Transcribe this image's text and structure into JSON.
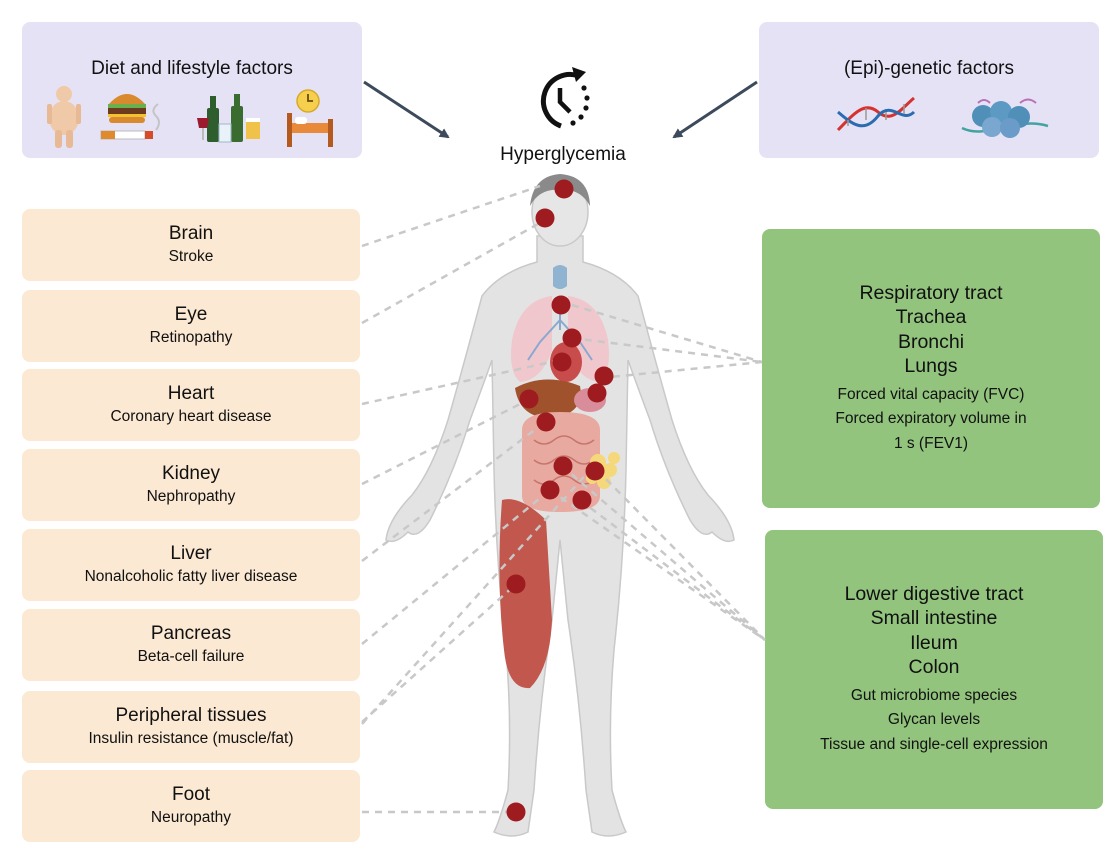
{
  "factors": {
    "diet_label": "Diet and lifestyle factors",
    "genetic_label": "(Epi)-genetic factors"
  },
  "center": {
    "label": "Hyperglycemia"
  },
  "organs": [
    {
      "name": "Brain",
      "disease": "Stroke"
    },
    {
      "name": "Eye",
      "disease": "Retinopathy"
    },
    {
      "name": "Heart",
      "disease": "Coronary heart disease"
    },
    {
      "name": "Kidney",
      "disease": "Nephropathy"
    },
    {
      "name": "Liver",
      "disease": "Nonalcoholic fatty liver disease"
    },
    {
      "name": "Pancreas",
      "disease": "Beta-cell failure"
    },
    {
      "name": "Peripheral tissues",
      "disease": "Insulin resistance (muscle/fat)"
    },
    {
      "name": "Foot",
      "disease": "Neuropathy"
    }
  ],
  "respiratory": {
    "headings": [
      "Respiratory tract",
      "Trachea",
      "Bronchi",
      "Lungs"
    ],
    "measures": [
      "Forced vital capacity (FVC)",
      "Forced expiratory volume in",
      "1 s (FEV1)"
    ]
  },
  "digestive": {
    "headings": [
      "Lower digestive tract",
      "Small intestine",
      "Ileum",
      "Colon"
    ],
    "measures": [
      "Gut microbiome species",
      "Glycan levels",
      "Tissue and single-cell expression"
    ]
  },
  "colors": {
    "factor_box": "#e5e2f6",
    "organ_box": "#fbe9d3",
    "green_box": "#92c47d",
    "marker": "#9e1c1f",
    "connector": "#c8c8c8",
    "arrow": "#3d4a5c"
  },
  "icons": {
    "diet": [
      "obese-person-icon",
      "burger-icon",
      "cigarette-icon",
      "alcohol-bottles-icon",
      "bed-clock-icon"
    ],
    "genetic": [
      "dna-helix-icon",
      "nucleosome-icon"
    ],
    "center": "clock-icon"
  }
}
